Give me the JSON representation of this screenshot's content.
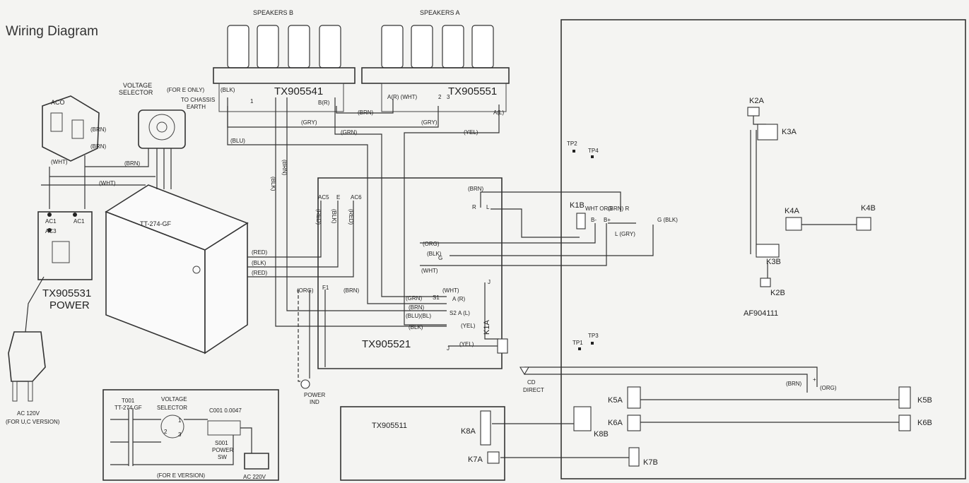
{
  "title": "Wiring Diagram",
  "speakers": {
    "b": "SPEAKERS B",
    "a": "SPEAKERS A"
  },
  "boards": {
    "speaker_b_board": "TX905541",
    "speaker_a_board": "TX905551",
    "power_board": "TX905531",
    "power_word": "POWER",
    "main_board": "TX905521",
    "control_board": "TX905511",
    "af_board": "AF904111"
  },
  "components": {
    "aco": "ACO",
    "voltage_selector_line1": "VOLTAGE",
    "voltage_selector_line2": "SELECTOR",
    "transformer": "TT-274-GF",
    "fore_only": "(FOR E ONLY)",
    "fore_blk": "(BLK)",
    "chassis_line1": "TO CHASSIS",
    "chassis_line2": "EARTH",
    "plug_line1": "AC 120V",
    "plug_line2": "(FOR U,C VERSION)",
    "power_ind_line1": "POWER",
    "power_ind_line2": "IND",
    "cd_direct_line1": "CD",
    "cd_direct_line2": "DIRECT"
  },
  "connectors": {
    "k1a": "K1A",
    "k1b": "K1B",
    "k2a": "K2A",
    "k2b": "K2B",
    "k3a": "K3A",
    "k3b": "K3B",
    "k4a": "K4A",
    "k4b": "K4B",
    "k5a": "K5A",
    "k5b": "K5B",
    "k6a": "K6A",
    "k6b": "K6B",
    "k7a": "K7A",
    "k7b": "K7B",
    "k8a": "K8A",
    "k8b": "K8B"
  },
  "test_points": {
    "tp1": "TP1",
    "tp2": "TP2",
    "tp3": "TP3",
    "tp4": "TP4"
  },
  "wires": {
    "brn": "(BRN)",
    "wht": "(WHT)",
    "blu": "(BLU)",
    "gry": "(GRY)",
    "grn": "(GRN)",
    "yel": "(YEL)",
    "red": "(RED)",
    "blk": "(BLK)",
    "org": "(ORG)",
    "blk_red": "(BLK)",
    "blu_bl": "(BLU)(BL)"
  },
  "terminals": {
    "ac1": "AC1",
    "ac1b": "AC1",
    "ac3": "AC3",
    "ac5": "AC5",
    "e": "E",
    "ac6": "AC6",
    "r": "R",
    "l": "L",
    "g": "G",
    "g_blk": "G (BLK)",
    "r_brn": "R (BRN)",
    "l_gry": "L (GRY)",
    "bplus": "B+",
    "bminus": "B-",
    "b_plus_org": "B+(ORG)",
    "b_minus_wht": "B-(WHT)",
    "s1": "S1",
    "s2": "S2",
    "a_r": "A (R)",
    "a_l": "A (L)",
    "f1": "F1",
    "j1": "J",
    "j2": "J",
    "whtorg": "WHT ORG",
    "brn_r": "(BRN) R",
    "one": "1",
    "two": "2",
    "three": "3",
    "a_r_wht": "A(R) (WHT)",
    "a_l_small": "A(L)",
    "b_r": "B(R)",
    "plus": "+",
    "brn_ac": "(BRN)"
  },
  "inset": {
    "t001_line1": "T001",
    "t001_line2": "TT-274 GF",
    "vs_line1": "VOLTAGE",
    "vs_line2": "SELECTOR",
    "c001": "C001 0.0047",
    "s001_line1": "S001",
    "s001_line2": "POWER",
    "s001_line3": "SW",
    "e_version": "(FOR E VERSION)",
    "ac220": "AC 220V",
    "pin1": "1",
    "pin2": "2",
    "pin3": "3"
  },
  "colors": {
    "line": "#333333",
    "paper": "#f4f4f2"
  }
}
